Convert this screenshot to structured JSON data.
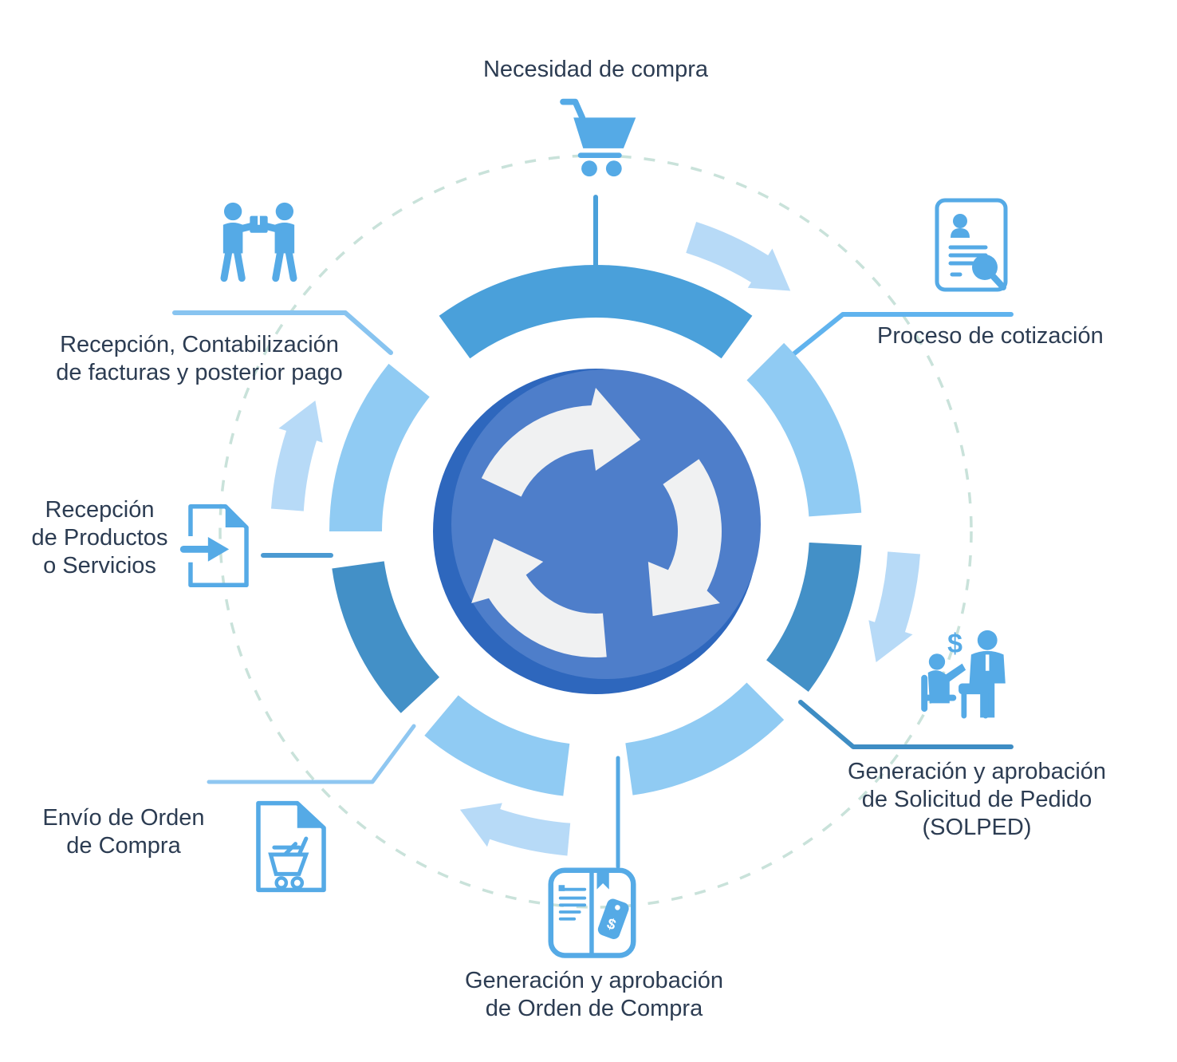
{
  "diagram": {
    "name": "purchasing-cycle-diagram",
    "center_icon": "cycle-arrows-icon",
    "glyphs": {
      "dollar": "$"
    },
    "steps": [
      {
        "id": "necesidad",
        "icon": "shopping-cart-icon",
        "lines": [
          "Necesidad de compra"
        ]
      },
      {
        "id": "cotizacion",
        "icon": "document-search-icon",
        "lines": [
          "Proceso de cotización"
        ]
      },
      {
        "id": "solped",
        "icon": "negotiation-table-icon",
        "lines": [
          "Generación y aprobación",
          "de Solicitud de Pedido",
          "(SOLPED)"
        ]
      },
      {
        "id": "orden",
        "icon": "catalog-price-tag-icon",
        "lines": [
          "Generación y aprobación",
          "de Orden de Compra"
        ]
      },
      {
        "id": "envio",
        "icon": "order-document-cart-icon",
        "lines": [
          "Envío de Orden",
          "de Compra"
        ]
      },
      {
        "id": "productos",
        "icon": "goods-receipt-document-icon",
        "lines": [
          "Recepción",
          "de Productos",
          "o Servicios"
        ]
      },
      {
        "id": "facturas",
        "icon": "package-handover-icon",
        "lines": [
          "Recepción, Contabilización",
          "de facturas y posterior pago"
        ]
      }
    ],
    "colors": {
      "ring_medium": "#4aa0da",
      "ring_light": "#90cbf3",
      "ring_steel": "#4390c7",
      "center_base": "#2e67bd",
      "center_body": "#4e7eca",
      "cycle_arrow": "#f0f1f2",
      "flow_arrow": "#b7daf7",
      "dashed_circle": "#c9e2da",
      "icon_blue": "#55aae6",
      "label_text": "#2c3c52"
    }
  }
}
